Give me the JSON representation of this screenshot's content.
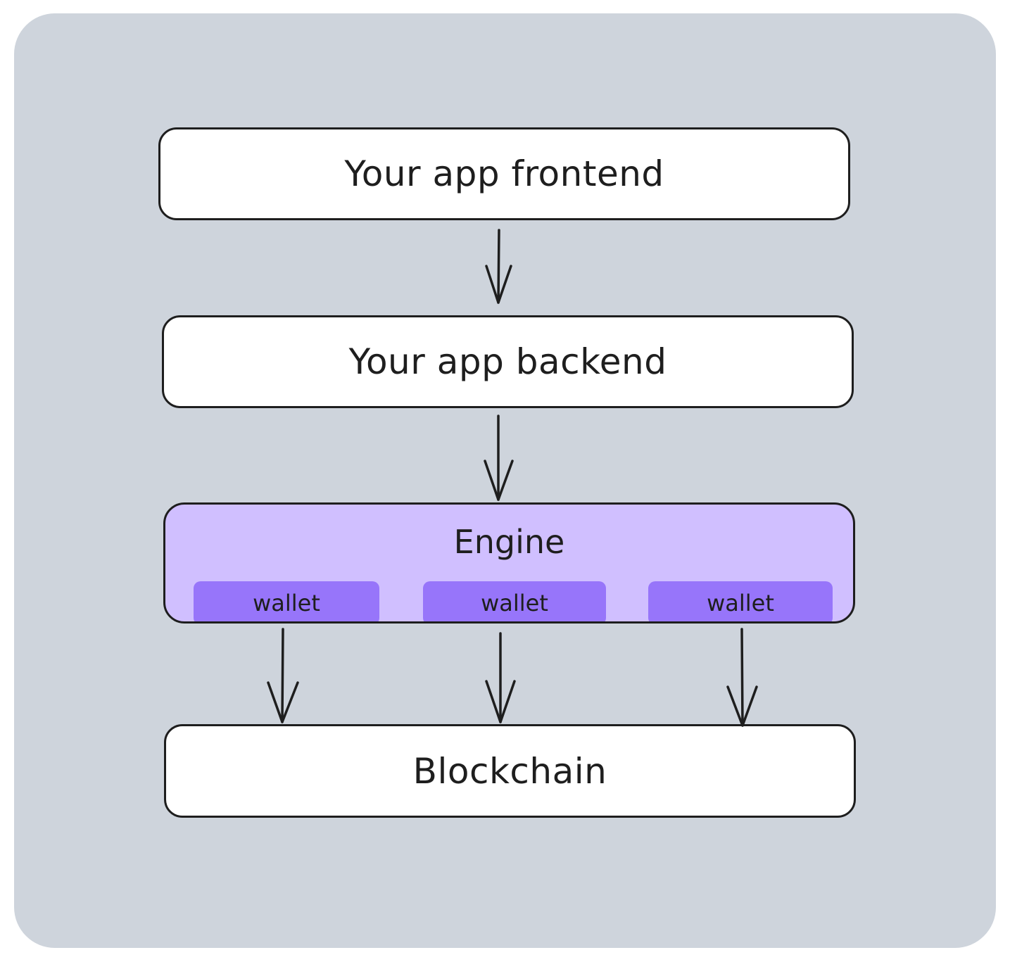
{
  "nodes": {
    "frontend": {
      "label": "Your app frontend"
    },
    "backend": {
      "label": "Your app backend"
    },
    "engine": {
      "label": "Engine",
      "wallets": [
        {
          "label": "wallet"
        },
        {
          "label": "wallet"
        },
        {
          "label": "wallet"
        }
      ]
    },
    "blockchain": {
      "label": "Blockchain"
    }
  },
  "edges": [
    {
      "from": "Your app frontend",
      "to": "Your app backend"
    },
    {
      "from": "Your app backend",
      "to": "Engine"
    },
    {
      "from": "wallet",
      "to": "Blockchain"
    },
    {
      "from": "wallet",
      "to": "Blockchain"
    },
    {
      "from": "wallet",
      "to": "Blockchain"
    }
  ],
  "colors": {
    "background": "#ced4dc",
    "box_fill": "#ffffff",
    "engine_fill": "#d0bfff",
    "wallet_fill": "#9775fa",
    "stroke": "#1e1e1e"
  }
}
